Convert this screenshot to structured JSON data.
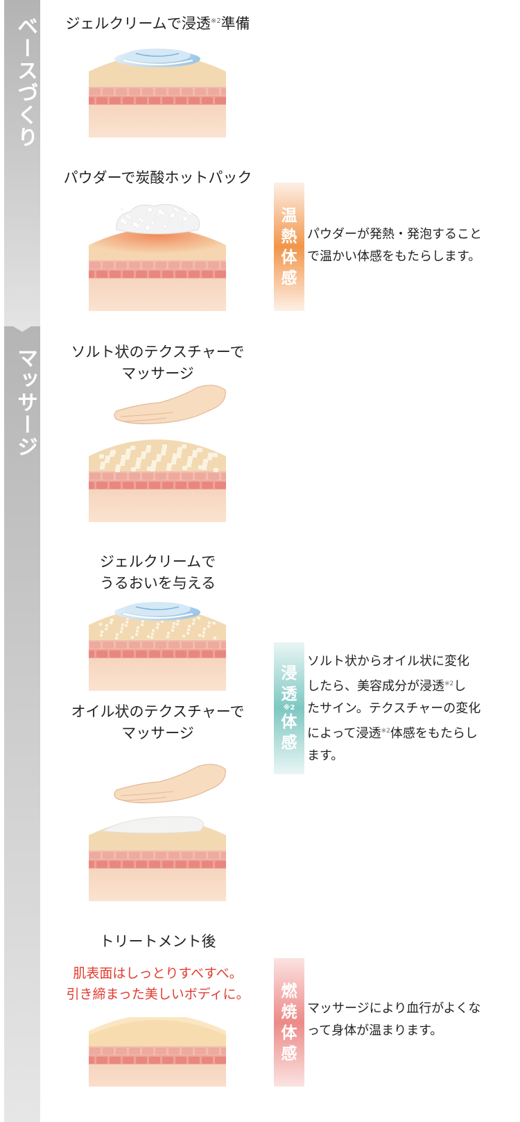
{
  "sidebar": {
    "phase1": "ベースづくり",
    "phase2": "マッサージ"
  },
  "steps": [
    {
      "title_a": "ジェルクリームで浸透",
      "note": "※2",
      "title_b": "準備",
      "skin": "gel"
    },
    {
      "title": "パウダーで炭酸ホットパック",
      "skin": "foam"
    },
    {
      "title_l1": "ソルト状のテクスチャーで",
      "title_l2": "マッサージ",
      "skin": "salt"
    },
    {
      "title_l1": "ジェルクリームで",
      "title_l2": "うるおいを与える",
      "skin": "gelsalt"
    },
    {
      "title_l1": "オイル状のテクスチャーで",
      "title_l2": "マッサージ",
      "skin": "oil"
    },
    {
      "title": "トリートメント後",
      "result_l1": "肌表面はしっとりすべすべ。",
      "result_l2": "引き締まった美しいボディに。",
      "skin": "after"
    }
  ],
  "effects": {
    "warm": {
      "tag": [
        "温",
        "熱",
        "体",
        "感"
      ],
      "l1": "パウダーが発熱・発泡すること",
      "l2": "で温かい体感をもたらします。",
      "color": "#f2954a"
    },
    "permeate": {
      "tag1": [
        "浸",
        "透"
      ],
      "tag_note": "※2",
      "tag2": [
        "体",
        "感"
      ],
      "l1": "ソルト状からオイル状に変化",
      "l2a": "したら、美容成分が浸透",
      "l2note": "※2",
      "l2b": "し",
      "l3": "たサイン。テクスチャーの変化",
      "l4a": "によって浸透",
      "l4note": "※2",
      "l4b": "体感をもたらし",
      "l5": "ます。",
      "color": "#7ec7c2"
    },
    "burn": {
      "tag": [
        "燃",
        "焼",
        "体",
        "感"
      ],
      "l1": "マッサージにより血行がよくな",
      "l2": "って身体が温まります。",
      "color": "#ec8a87"
    }
  },
  "colors": {
    "result_text": "#e23b2e",
    "sidebar": "#b3b3b3"
  }
}
